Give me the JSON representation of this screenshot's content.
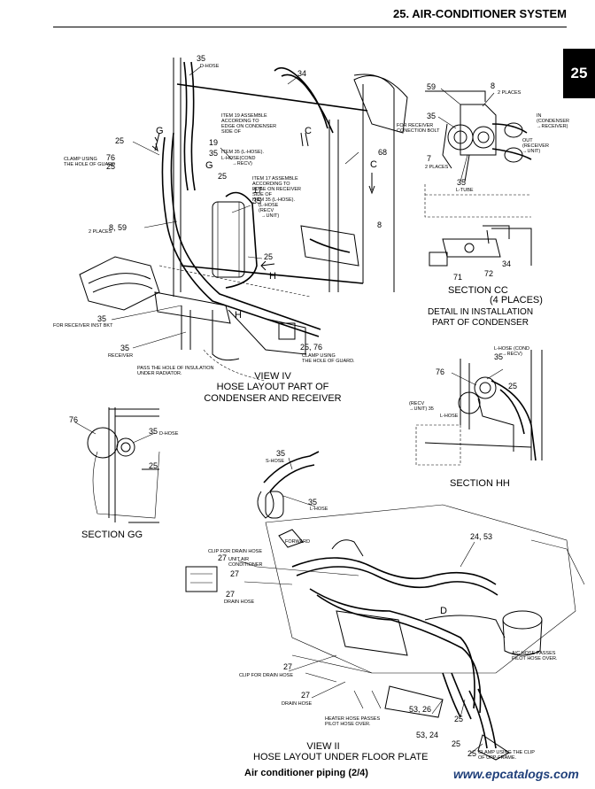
{
  "header": {
    "title": "25.  AIR-CONDITIONER SYSTEM",
    "tab": "25"
  },
  "views": {
    "view_iv": {
      "title": "VIEW IV",
      "caption": "HOSE LAYOUT PART OF\nCONDENSER AND RECEIVER"
    },
    "section_cc": {
      "title": "SECTION CC",
      "sub": "(4 PLACES)",
      "detail": "DETAIL IN INSTALLATION\nPART OF CONDENSER"
    },
    "section_gg": {
      "title": "SECTION GG"
    },
    "section_hh": {
      "title": "SECTION HH"
    },
    "view_ii": {
      "title": "VIEW II",
      "caption": "HOSE LAYOUT UNDER FLOOR PLATE"
    }
  },
  "labels": {
    "n35_top": "35",
    "d_hose_top": "D-HOSE",
    "n34_top": "34",
    "n25_a": "25",
    "g_a": "G",
    "n76_a": "76",
    "n25_b": "25",
    "clamp_guard_a": "CLAMP USING\nTHE HOLE OF GUARD",
    "item19": "ITEM 19 ASSEMBLE\nACCORDING TO\nEDGE ON CONDENSER\nSIDE OF",
    "n19": "19",
    "item35_l": "ITEM 35 (L-HOSE).",
    "n35_b": "35",
    "l_hose_recv": "L-HOSE(COND\n        →RECV)",
    "c_a": "C",
    "g_b": "G",
    "n25_c": "25",
    "item17": "ITEM 17 ASSEMBLE\nACCORDING TO\nEDGE ON RECEIVER\nSIDE OF\nITEM 35 (L-HOSE).",
    "n17": "17",
    "n35_c": "35",
    "l_hose_recv2": "(L-HOSE\n(RECV\n  →UNIT)",
    "n68": "68",
    "c_b": "C",
    "n8_a": "8",
    "n8_59": "8, 59",
    "two_places_a": "2 PLACES",
    "n25_d": "25",
    "h_a": "H",
    "h_b": "H",
    "n35_d": "35",
    "for_receiver_inst": "FOR RECEIVER INST BKT",
    "n35_e": "35",
    "receiver": "RECEIVER",
    "pass_hole": "PASS THE HOLE OF INSULATION\nUNDER RADIATOR.",
    "n25_76": "25, 76",
    "clamp_guard_b": "CLAMP USING\nTHE HOLE OF GUARD.",
    "cc_59": "59",
    "cc_8": "8",
    "cc_2places_a": "2 PLACES",
    "cc_for_receiver": "FOR RECEIVER\nCONECTION BOLT",
    "cc_35": "35",
    "cc_in": "IN\n(CONDENSER\n→RECEIVER)",
    "cc_7": "7",
    "cc_2places_b": "2 PLACES",
    "cc_out": "OUT\n(RECEIVER\n→UNIT)",
    "cc_35_b": "35",
    "cc_l_tube": "L-TUBE",
    "cc_71": "71",
    "cc_72": "72",
    "cc_34": "34",
    "hh_l_hose": "L-HOSE (COND\n      →RECV)",
    "hh_35": "35",
    "hh_76": "76",
    "hh_25": "25",
    "hh_recv_unit": "(RECV\n→UNIT) 35",
    "hh_l_hose2": "L-HOSE",
    "gg_76": "76",
    "gg_35": "35",
    "gg_d_hose": "D-HOSE",
    "gg_25": "25",
    "vii_35_a": "35",
    "vii_s_hose": "S-HOSE",
    "vii_35_b": "35",
    "vii_l_hose": "L-HOSE",
    "forward": "FORWARD",
    "clip_drain_a": "CLIP FOR DRAIN HOSE",
    "vii_27_a": "27",
    "unit_air_cond": "UNIT AIR\nCONDITIONER",
    "vii_27_b": "27",
    "vii_27_c": "27",
    "drain_hose_a": "DRAIN HOSE",
    "n24_53": "24, 53",
    "vii_27_d": "27",
    "clip_drain_b": "CLIP FOR DRAIN HOSE",
    "vii_27_e": "27",
    "drain_hose_b": "DRAIN HOSE",
    "heater_hose": "HEATER HOSE PASSES\nPILOT HOSE OVER.",
    "ac_hose": "A/C HOSE PASSES\nPILOT HOSE OVER.",
    "n53_26": "53, 26",
    "vii_25_a": "25",
    "n53_24": "53, 24",
    "vii_25_b": "25",
    "vii_25_c": "25",
    "clamp_clip": "CLAMP USING THE CLIP\nOF UPP-FRAME.",
    "d_mark": "D"
  },
  "footer": {
    "caption": "Air conditioner piping (2/4)",
    "brand": "www.epcatalogs.com"
  }
}
